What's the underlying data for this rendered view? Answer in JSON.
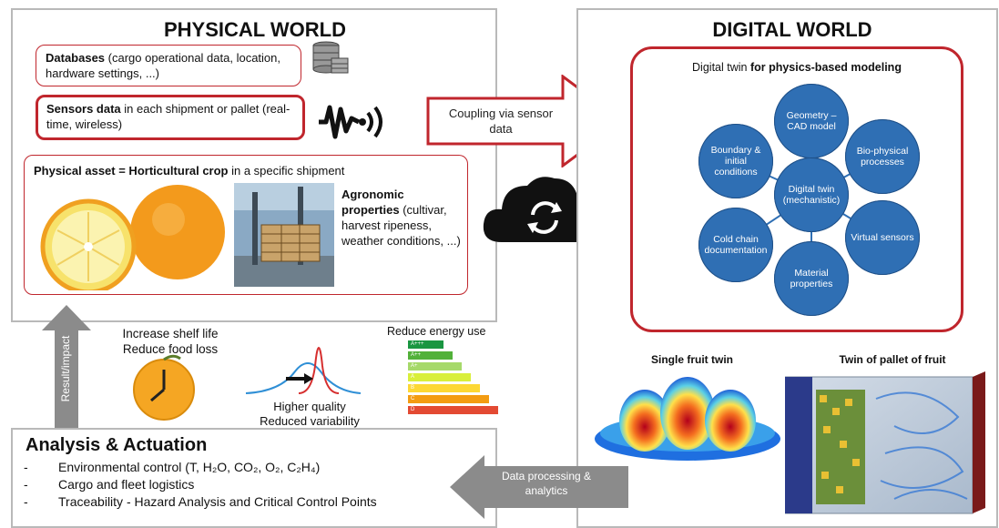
{
  "physical": {
    "title": "PHYSICAL WORLD",
    "databases_bold": "Databases",
    "databases_text": " (cargo operational data, location, hardware settings, ...)",
    "sensors_bold": "Sensors data",
    "sensors_text": " in each shipment or pallet (real-time, wireless)",
    "asset_bold": "Physical asset = Horticultural crop",
    "asset_text": " in a specific shipment",
    "agronomic_bold": "Agronomic properties",
    "agronomic_text": " (cultivar, harvest ripeness, weather conditions, ...)"
  },
  "coupling": {
    "label": "Coupling via sensor data"
  },
  "digital": {
    "title": "DIGITAL WORLD",
    "twin_heading_normal": "Digital twin ",
    "twin_heading_bold": "for physics-based modeling",
    "center_node": "Digital twin (mechanistic)",
    "nodes": [
      "Geometry – CAD model",
      "Bio-physical processes",
      "Virtual sensors",
      "Material properties",
      "Cold chain documentation",
      "Boundary & initial conditions"
    ],
    "single_fruit_label": "Single fruit twin",
    "pallet_label": "Twin of pallet of fruit"
  },
  "impact": {
    "arrow_label": "Result/impact",
    "shelf_life": "Increase shelf life",
    "food_loss": "Reduce food loss",
    "higher_quality": "Higher quality",
    "reduced_variability": "Reduced variability",
    "energy": "Reduce energy use",
    "energy_classes": [
      "A+++",
      "A++",
      "A+",
      "A",
      "B",
      "C",
      "D"
    ],
    "energy_colors": [
      "#1a9641",
      "#52b13a",
      "#a6d96a",
      "#d9ef3b",
      "#fdd835",
      "#f39c12",
      "#e34a33"
    ]
  },
  "analysis": {
    "title": "Analysis & Actuation",
    "items": [
      "Environmental control (T, H₂O, CO₂, O₂, C₂H₄)",
      "Cargo and fleet logistics",
      "Traceability - Hazard Analysis and Critical Control Points"
    ]
  },
  "processing": {
    "label": "Data processing & analytics"
  }
}
